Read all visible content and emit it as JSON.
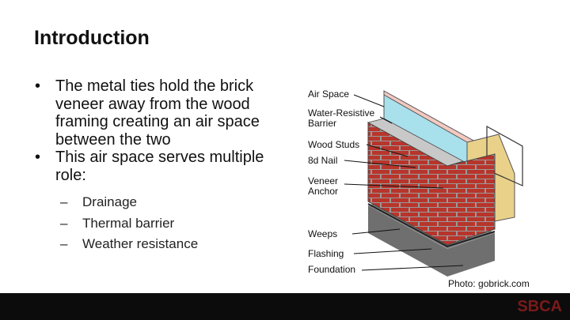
{
  "slide": {
    "title": "Introduction",
    "bullets": [
      "The metal ties hold the brick veneer away from the wood framing creating an air space between the two",
      "This air space serves multiple role:"
    ],
    "sub_bullets": [
      "Drainage",
      "Thermal barrier",
      "Weather resistance"
    ]
  },
  "diagram": {
    "labels": {
      "air_space": "Air Space",
      "wrb_line1": "Water-Resistive",
      "wrb_line2": "Barrier",
      "wood_studs": "Wood Studs",
      "nail": "8d Nail",
      "anchor_line1": "Veneer",
      "anchor_line2": "Anchor",
      "weeps": "Weeps",
      "flashing": "Flashing",
      "foundation": "Foundation"
    }
  },
  "credit": "Photo: gobrick.com",
  "footer": {
    "logo": "SBCA"
  },
  "colors": {
    "brick": "#b8352b",
    "mortar": "#9a9a9a",
    "insulation": "#f3c9c0",
    "barrier": "#a8e0ec",
    "stud": "#e9d18a",
    "foundation": "#6f6f6f",
    "footer": "#0c0c0c",
    "logo": "#7b1a1a"
  }
}
